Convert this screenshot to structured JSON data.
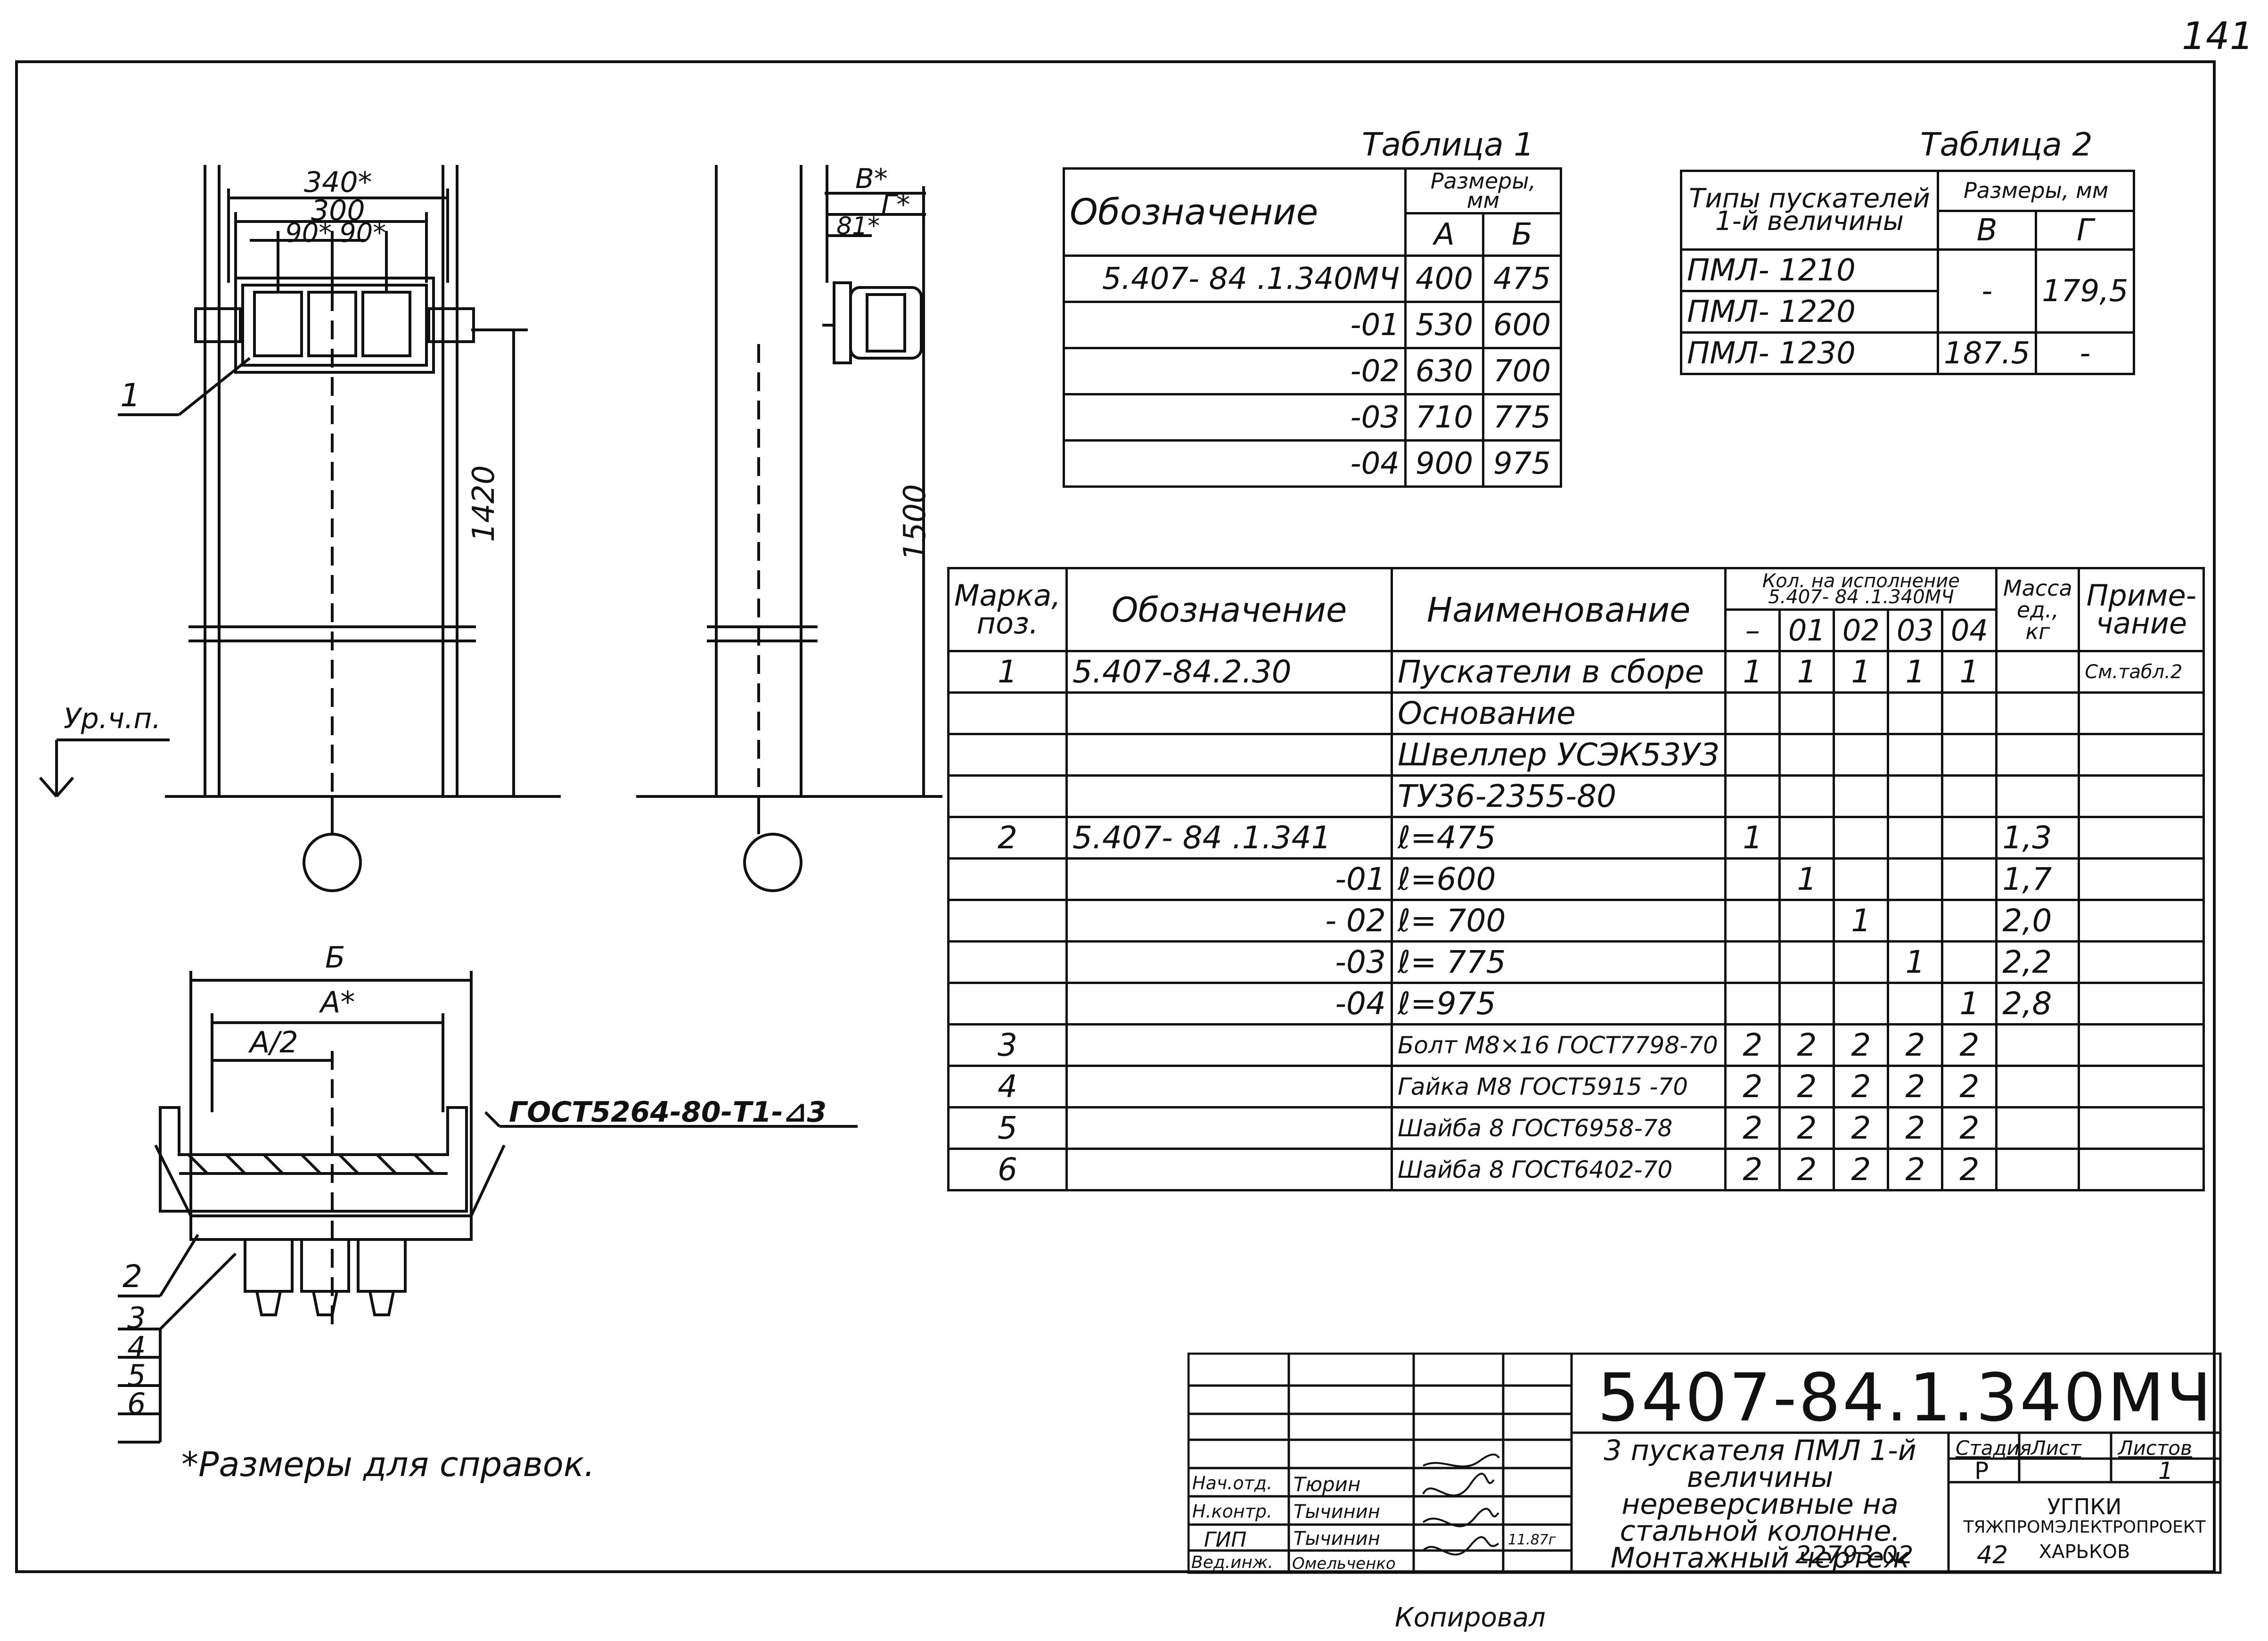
{
  "page_number": "141",
  "table1": {
    "caption": "Таблица 1",
    "header": {
      "designation": "Обозначение",
      "sizes": "Размеры, мм",
      "col_a": "А",
      "col_b": "Б"
    },
    "rows": [
      {
        "d": "5.407- 84 .1.340МЧ",
        "a": "400",
        "b": "475"
      },
      {
        "d": "-01",
        "a": "530",
        "b": "600"
      },
      {
        "d": "-02",
        "a": "630",
        "b": "700"
      },
      {
        "d": "-03",
        "a": "710",
        "b": "775"
      },
      {
        "d": "-04",
        "a": "900",
        "b": "975"
      }
    ]
  },
  "table2": {
    "caption": "Таблица 2",
    "header": {
      "types": "Типы пускателей 1-й величины",
      "sizes": "Размеры, мм",
      "col_v": "В",
      "col_g": "Г"
    },
    "rows": [
      {
        "t": "ПМЛ- 1210"
      },
      {
        "t": "ПМЛ- 1220"
      },
      {
        "t": "ПМЛ- 1230",
        "v": "187.5",
        "g": "-"
      }
    ],
    "merged_v": "-",
    "merged_g": "179,5"
  },
  "spec": {
    "header": {
      "mark": "Марка, поз.",
      "designation": "Обозначение",
      "name": "Наименование",
      "qty": "Кол. на исполнение 5.407- 84 .1.340МЧ",
      "q0": "–",
      "q1": "01",
      "q2": "02",
      "q3": "03",
      "q4": "04",
      "mass": "Масса ед., кг",
      "note": "Приме- чание"
    },
    "rows": [
      {
        "m": "1",
        "d": "5.407-84.2.30",
        "n": "Пускатели в сборе",
        "q": [
          "1",
          "1",
          "1",
          "1",
          "1"
        ],
        "mass": "",
        "note": "См.табл.2"
      },
      {
        "m": "",
        "d": "",
        "n": "Основание",
        "q": [
          "",
          "",
          "",
          "",
          ""
        ],
        "mass": "",
        "note": ""
      },
      {
        "m": "",
        "d": "",
        "n": "Швеллер УСЭК53У3",
        "q": [
          "",
          "",
          "",
          "",
          ""
        ],
        "mass": "",
        "note": ""
      },
      {
        "m": "",
        "d": "",
        "n": "ТУ36-2355-80",
        "q": [
          "",
          "",
          "",
          "",
          ""
        ],
        "mass": "",
        "note": ""
      },
      {
        "m": "2",
        "d": "5.407- 84 .1.341",
        "n": "ℓ=475",
        "q": [
          "1",
          "",
          "",
          "",
          ""
        ],
        "mass": "1,3",
        "note": ""
      },
      {
        "m": "",
        "d": "-01",
        "n": "ℓ=600",
        "q": [
          "",
          "1",
          "",
          "",
          ""
        ],
        "mass": "1,7",
        "note": ""
      },
      {
        "m": "",
        "d": "- 02",
        "n": "ℓ= 700",
        "q": [
          "",
          "",
          "1",
          "",
          ""
        ],
        "mass": "2,0",
        "note": ""
      },
      {
        "m": "",
        "d": "-03",
        "n": "ℓ= 775",
        "q": [
          "",
          "",
          "",
          "1",
          ""
        ],
        "mass": "2,2",
        "note": ""
      },
      {
        "m": "",
        "d": "-04",
        "n": "ℓ=975",
        "q": [
          "",
          "",
          "",
          "",
          "1"
        ],
        "mass": "2,8",
        "note": ""
      },
      {
        "m": "3",
        "d": "",
        "n": "Болт М8×16 ГОСТ7798-70",
        "q": [
          "2",
          "2",
          "2",
          "2",
          "2"
        ],
        "mass": "",
        "note": ""
      },
      {
        "m": "4",
        "d": "",
        "n": "Гайка М8 ГОСТ5915 -70",
        "q": [
          "2",
          "2",
          "2",
          "2",
          "2"
        ],
        "mass": "",
        "note": ""
      },
      {
        "m": "5",
        "d": "",
        "n": "Шайба 8 ГОСТ6958-78",
        "q": [
          "2",
          "2",
          "2",
          "2",
          "2"
        ],
        "mass": "",
        "note": ""
      },
      {
        "m": "6",
        "d": "",
        "n": "Шайба 8 ГОСТ6402-70",
        "q": [
          "2",
          "2",
          "2",
          "2",
          "2"
        ],
        "mass": "",
        "note": ""
      }
    ]
  },
  "drawing": {
    "dim_340": "340*",
    "dim_300": "300",
    "dim_90a": "90*",
    "dim_90b": "90*",
    "dim_1420": "1420",
    "dim_1500": "1500",
    "dim_v": "В*",
    "dim_g": "Г*",
    "dim_81": "81*",
    "dim_b": "Б",
    "dim_a": "А*",
    "dim_a2": "А/2",
    "level": "Ур.ч.п.",
    "pos1": "1",
    "pos2": "2",
    "pos3": "3",
    "pos4": "4",
    "pos5": "5",
    "pos6": "6",
    "weld": "ГОСТ5264-80-Т1-⊿3",
    "note": "*Размеры для справок."
  },
  "title_block": {
    "code": "5407-84.1.340МЧ",
    "title": "3 пускателя ПМЛ 1-й величины нереверсивные на стальной колонне. Монтажный чертеж",
    "stage_h": "Стадия",
    "sheet_h": "Лист",
    "sheets_h": "Листов",
    "stage": "Р",
    "sheet": "",
    "sheets": "1",
    "org1": "УГПКИ",
    "org2": "ТЯЖПРОМЭЛЕКТРОПРОЕКТ",
    "org3": "ХАРЬКОВ",
    "roles": [
      "Нач.отд.",
      "Н.контр.",
      "ГИП",
      "Вед.инж."
    ],
    "names": [
      "Тюрин",
      "Тычинин",
      "Тычинин",
      "Омельченко"
    ],
    "date": "11.87г",
    "doc_no": "22793-02",
    "page": "42",
    "copied": "Копировал"
  }
}
